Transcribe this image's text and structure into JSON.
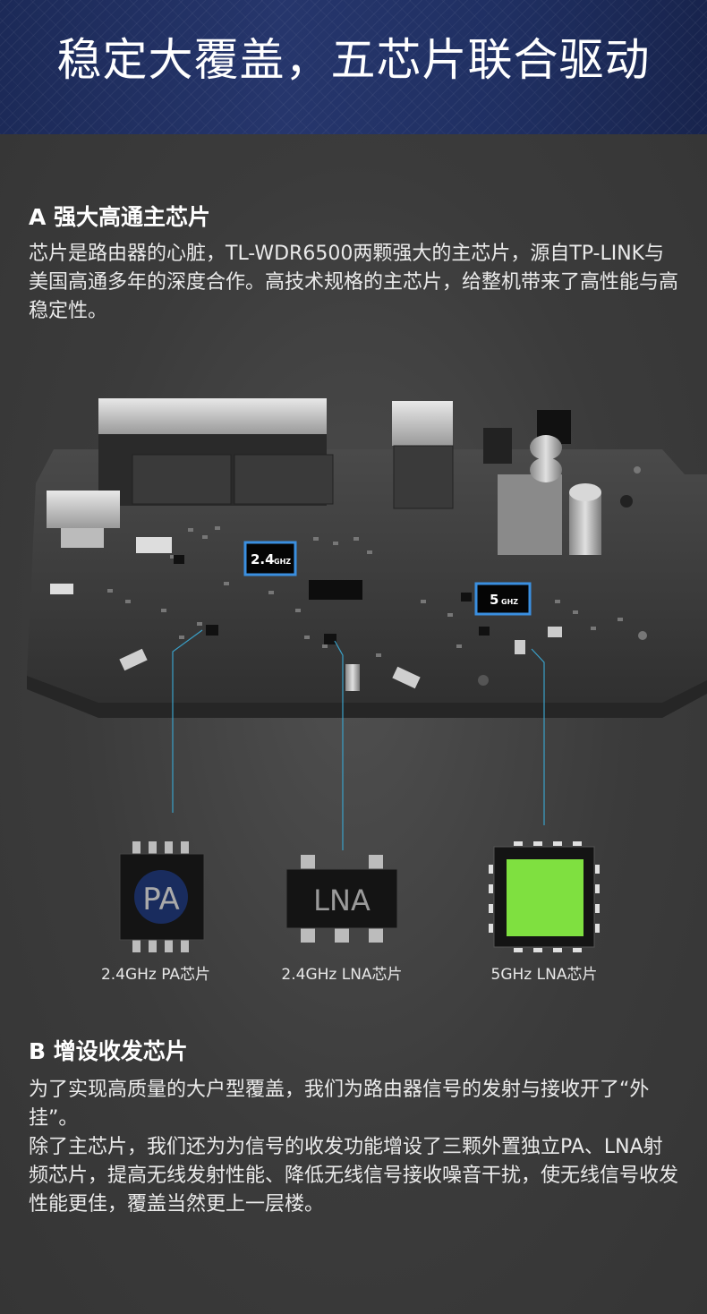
{
  "banner": {
    "title": "稳定大覆盖，五芯片联合驱动"
  },
  "section_a": {
    "title": "A 强大高通主芯片",
    "body": "芯片是路由器的心脏，TL-WDR6500两颗强大的主芯片，源自TP-LINK与美国高通多年的深度合作。高技术规格的主芯片，给整机带来了高性能与高稳定性。"
  },
  "board": {
    "chip_24_label": "2.4",
    "chip_24_unit": "GHZ",
    "chip_5_label": "5",
    "chip_5_unit": "GHZ"
  },
  "chips": [
    {
      "mark": "PA",
      "caption": "2.4GHz  PA芯片"
    },
    {
      "mark": "LNA",
      "caption": "2.4GHz  LNA芯片"
    },
    {
      "mark": "",
      "caption": "5GHz  LNA芯片"
    }
  ],
  "section_b": {
    "title": "B 增设收发芯片",
    "para1": "为了实现高质量的大户型覆盖，我们为路由器信号的发射与接收开了“外挂”。",
    "para2": "除了主芯片，我们还为为信号的收发功能增设了三颗外置独立PA、LNA射频芯片，提高无线发射性能、降低无线信号接收噪音干扰，使无线信号收发性能更佳，覆盖当然更上一层楼。"
  },
  "colors": {
    "banner": "#223266",
    "background": "#3d3d3d",
    "connector_line": "#3aa0c8",
    "chip_highlight": "#3a8fe0",
    "lna5_green": "#7fe040"
  }
}
